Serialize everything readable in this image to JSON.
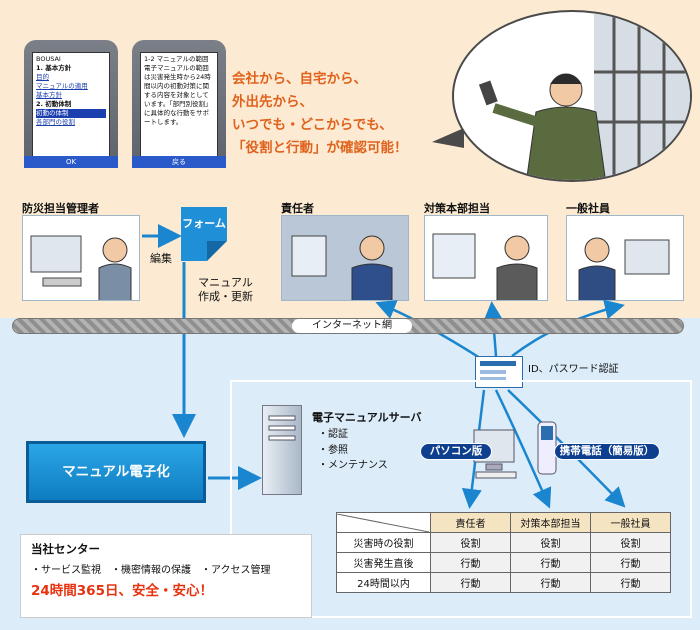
{
  "phone1": {
    "header": "BOUSAI",
    "lines": [
      "1. 基本方針",
      "目的",
      "マニュアルの適用",
      "基本方針",
      "2. 初動体制",
      "初動の体制",
      "各部門の役割"
    ],
    "softkey": "OK"
  },
  "phone2": {
    "header": "1-2 マニュアルの範囲",
    "body": "電子マニュアルの範囲は災害発生時から24時間以内の初動対策に関する内容を対象としています。「部門別役割」に具体的な行動をサポートします。",
    "softkey": "戻る"
  },
  "catch_lines": [
    "会社から、自宅から、",
    "外出先から、",
    "いつでも・どこからでも、",
    "「役割と行動」が確認可能！"
  ],
  "roles_top": {
    "admin": "防災担当管理者",
    "manager": "責任者",
    "hq": "対策本部担当",
    "staff": "一般社員"
  },
  "form_label": "フォーム",
  "edit_label": "編集",
  "manual_update": [
    "マニュアル",
    "作成・更新"
  ],
  "internet_label": "インターネット網",
  "id_label": "ID、パスワード認証",
  "server": {
    "title": "電子マニュアルサーバ",
    "items": [
      "・認証",
      "・参照",
      "・メンテナンス"
    ]
  },
  "manual_box": "マニュアル電子化",
  "pc_pill": "パソコン版",
  "mobile_pill": "携帯電話（簡易版）",
  "center": {
    "title": "当社センター",
    "items": [
      "・サービス監視",
      "・機密情報の保護",
      "・アクセス管理"
    ],
    "slogan": "24時間365日、安全・安心！"
  },
  "table": {
    "headers": [
      "責任者",
      "対策本部担当",
      "一般社員"
    ],
    "rows": [
      {
        "label": "災害時の役割",
        "cells": [
          "役割",
          "役割",
          "役割"
        ]
      },
      {
        "label": "災害発生直後",
        "cells": [
          "行動",
          "行動",
          "行動"
        ]
      },
      {
        "label": "24時間以内",
        "cells": [
          "行動",
          "行動",
          "行動"
        ]
      }
    ]
  },
  "colors": {
    "top_bg": "#fcebd2",
    "bottom_bg": "#dcecf8",
    "accent_orange": "#e0621d",
    "accent_red": "#e7320f",
    "arrow_blue": "#1a86cf",
    "pill_navy": "#0e3f8f"
  }
}
